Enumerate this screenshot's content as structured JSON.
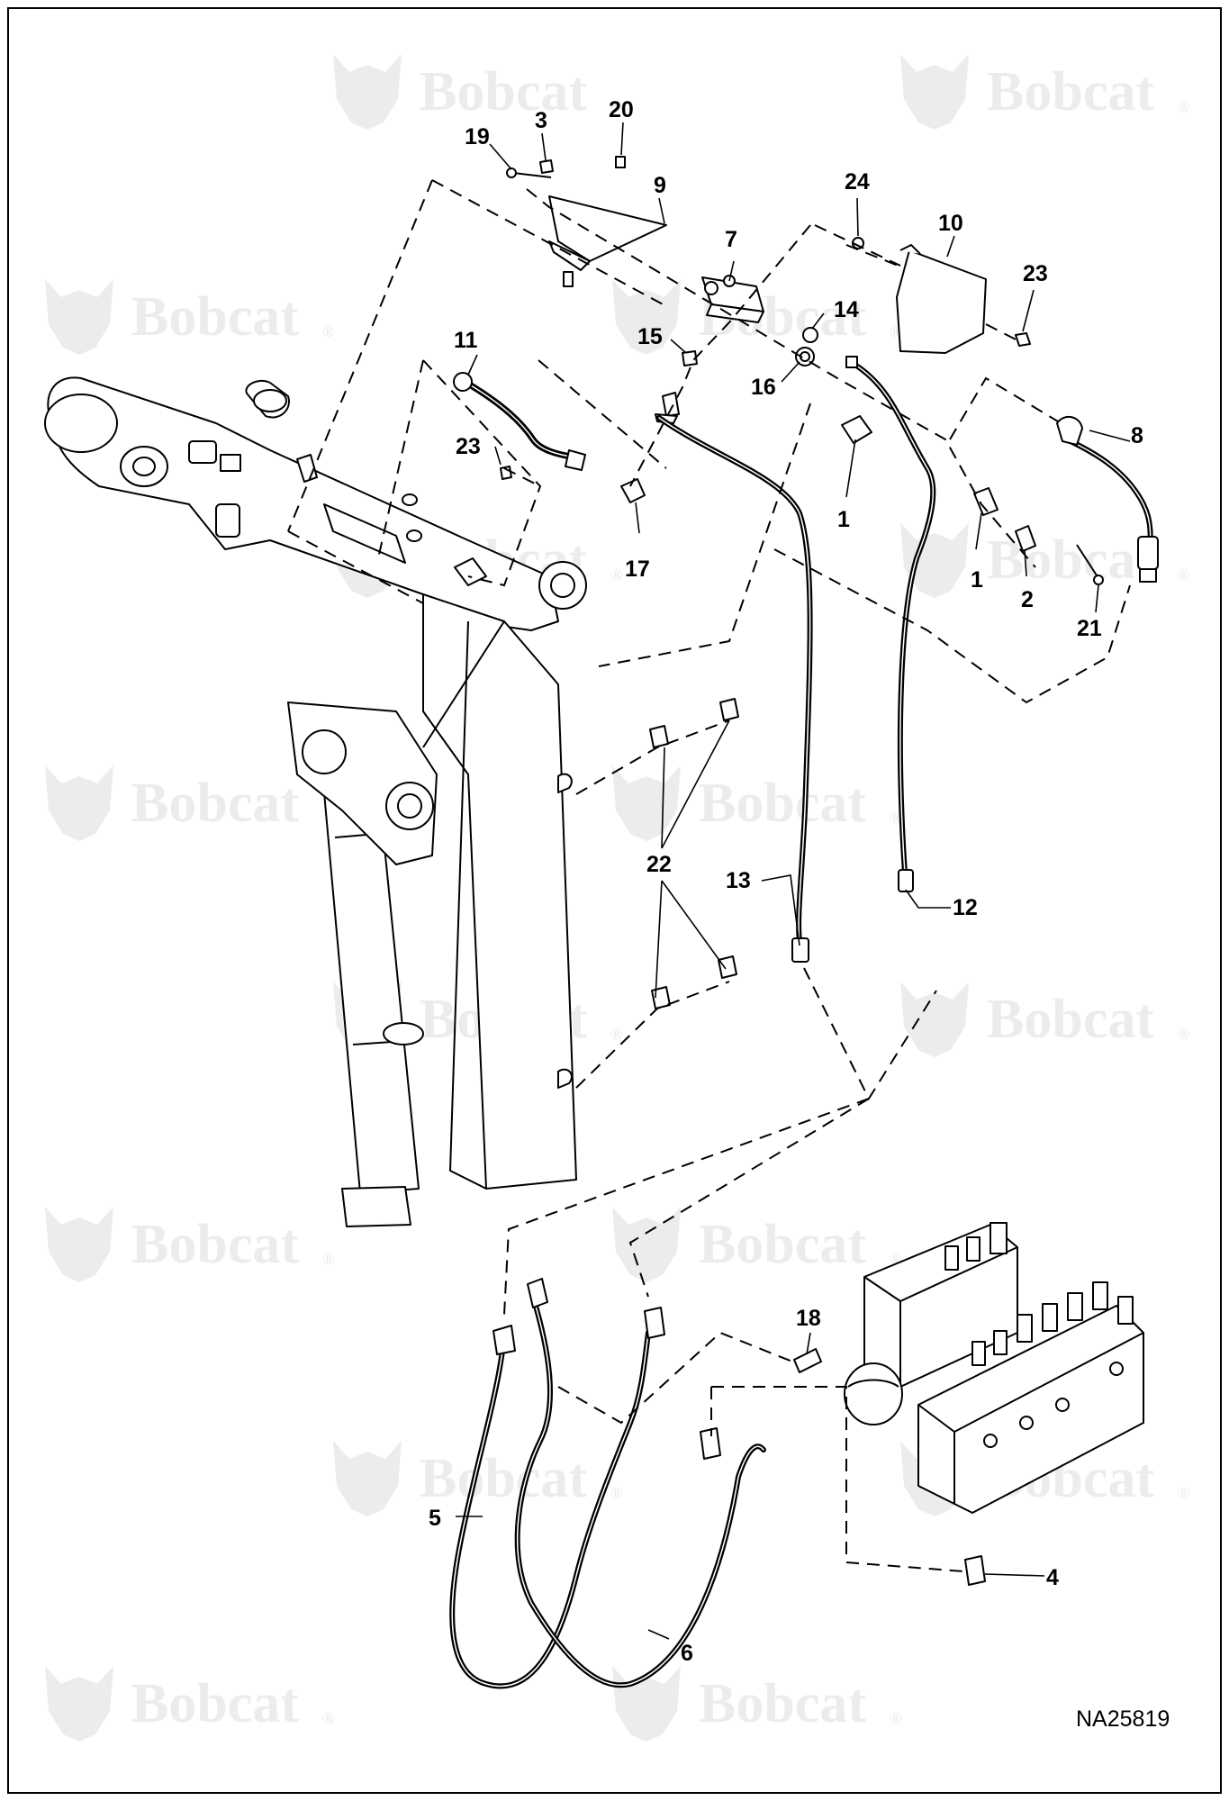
{
  "watermark": {
    "brand": "Bobcat",
    "registered": "®"
  },
  "figure_id": "NA25819",
  "callouts": [
    {
      "id": "c1a",
      "label": "1"
    },
    {
      "id": "c1b",
      "label": "1"
    },
    {
      "id": "c2",
      "label": "2"
    },
    {
      "id": "c3",
      "label": "3"
    },
    {
      "id": "c4",
      "label": "4"
    },
    {
      "id": "c5",
      "label": "5"
    },
    {
      "id": "c6",
      "label": "6"
    },
    {
      "id": "c7",
      "label": "7"
    },
    {
      "id": "c8",
      "label": "8"
    },
    {
      "id": "c9",
      "label": "9"
    },
    {
      "id": "c10",
      "label": "10"
    },
    {
      "id": "c11",
      "label": "11"
    },
    {
      "id": "c12",
      "label": "12"
    },
    {
      "id": "c13",
      "label": "13"
    },
    {
      "id": "c14",
      "label": "14"
    },
    {
      "id": "c15",
      "label": "15"
    },
    {
      "id": "c16",
      "label": "16"
    },
    {
      "id": "c17",
      "label": "17"
    },
    {
      "id": "c18",
      "label": "18"
    },
    {
      "id": "c19",
      "label": "19"
    },
    {
      "id": "c20",
      "label": "20"
    },
    {
      "id": "c21",
      "label": "21"
    },
    {
      "id": "c22",
      "label": "22"
    },
    {
      "id": "c23a",
      "label": "23"
    },
    {
      "id": "c23b",
      "label": "23"
    },
    {
      "id": "c24",
      "label": "24"
    }
  ]
}
